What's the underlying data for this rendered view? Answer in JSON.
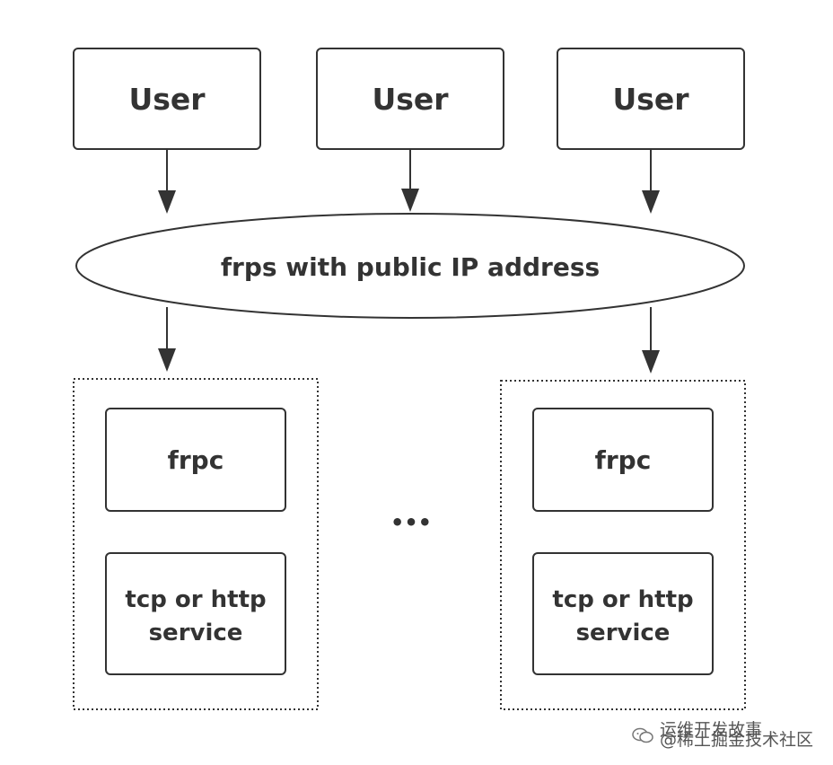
{
  "diagram": {
    "users": [
      "User",
      "User",
      "User"
    ],
    "server": "frps with public IP address",
    "clients": [
      {
        "frpc": "frpc",
        "service_line1": "tcp or http",
        "service_line2": "service"
      },
      {
        "frpc": "frpc",
        "service_line1": "tcp or http",
        "service_line2": "service"
      }
    ],
    "ellipsis": "•••"
  },
  "watermark": {
    "line1": "运维开发故事",
    "line2": "@稀土掘金技术社区"
  }
}
